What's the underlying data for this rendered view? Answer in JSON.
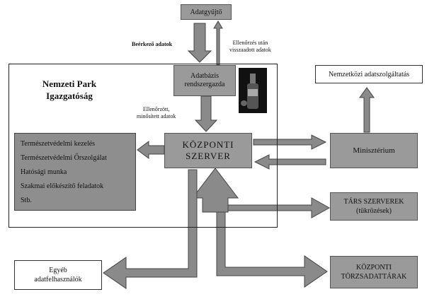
{
  "nodes": {
    "collector": "Adatgyűjtő",
    "dba_line1": "Adatbázis",
    "dba_line2": "rendszergazda",
    "national_park_line1": "Nemzeti Park",
    "national_park_line2": "Igazgatóság",
    "central_server_line1": "KÖZPONTI",
    "central_server_line2": "SZERVER",
    "tasks": [
      "Természetvédelmi kezelés",
      "Természetvédelmi Őrszolgálat",
      "Hatósági munka",
      "Szakmai előkészítő feladatok",
      "Stb."
    ],
    "international": "Nemzetközi adatszolgáltatás",
    "ministry": "Minisztérium",
    "partner_line1": "TÁRS SZERVEREK",
    "partner_line2": "(tükrözések)",
    "master_line1": "KÖZPONTI",
    "master_line2": "TÖRZSADATTÁRAK",
    "other_line1": "Egyéb",
    "other_line2": "adatfelhasználók"
  },
  "edge_labels": {
    "incoming": "Beérkező adatok",
    "returned_line1": "Ellenőrzés után",
    "returned_line2": "visszaadott adatok",
    "checked_line1": "Ellenőrzött,",
    "checked_line2": "minősített adatok"
  },
  "colors": {
    "box_grey": "#9a9a9a",
    "arrow_grey": "#8a8a8a",
    "outline": "#333333"
  }
}
